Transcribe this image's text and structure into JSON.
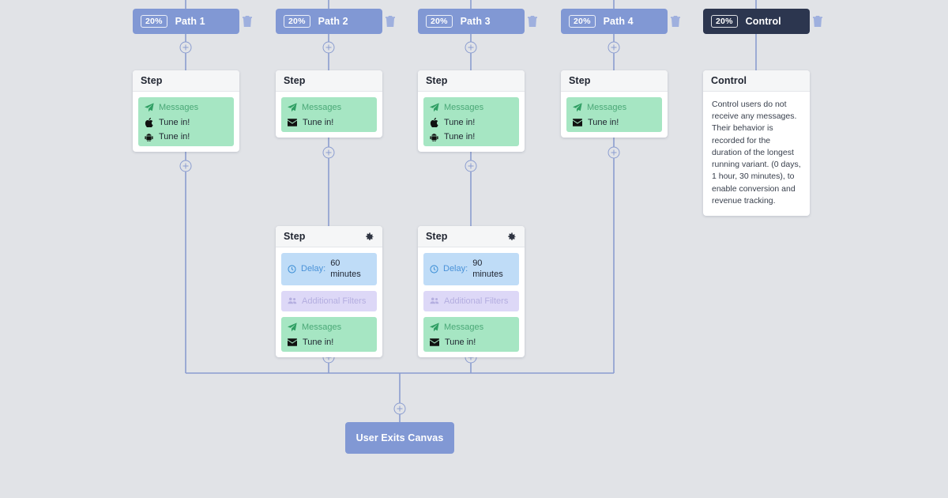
{
  "canvas": {
    "background_color": "#e1e3e7",
    "connector_color": "#8b9dd0",
    "path_color": "#8198d4",
    "control_color": "#2c364f",
    "delay_color": "#bfdcf7",
    "filters_color": "#ddd8f7",
    "messages_color": "#a6e6c3",
    "add_step_icon": "plus-circle-icon",
    "delete_icon": "trash-icon",
    "settings_icon": "gear-icon"
  },
  "variants": [
    {
      "id": "path1",
      "percent": "20%",
      "name": "Path 1",
      "type": "path"
    },
    {
      "id": "path2",
      "percent": "20%",
      "name": "Path 2",
      "type": "path"
    },
    {
      "id": "path3",
      "percent": "20%",
      "name": "Path 3",
      "type": "path"
    },
    {
      "id": "path4",
      "percent": "20%",
      "name": "Path 4",
      "type": "path"
    },
    {
      "id": "control",
      "percent": "20%",
      "name": "Control",
      "type": "control"
    }
  ],
  "steps": {
    "path1_step1": {
      "title": "Step",
      "messages": {
        "label": "Messages",
        "icon": "paper-plane-icon",
        "items": [
          {
            "channel_icon": "apple-icon",
            "text": "Tune in!"
          },
          {
            "channel_icon": "android-icon",
            "text": "Tune in!"
          }
        ]
      }
    },
    "path2_step1": {
      "title": "Step",
      "messages": {
        "label": "Messages",
        "icon": "paper-plane-icon",
        "items": [
          {
            "channel_icon": "email-icon",
            "text": "Tune in!"
          }
        ]
      }
    },
    "path3_step1": {
      "title": "Step",
      "messages": {
        "label": "Messages",
        "icon": "paper-plane-icon",
        "items": [
          {
            "channel_icon": "apple-icon",
            "text": "Tune in!"
          },
          {
            "channel_icon": "android-icon",
            "text": "Tune in!"
          }
        ]
      }
    },
    "path4_step1": {
      "title": "Step",
      "messages": {
        "label": "Messages",
        "icon": "paper-plane-icon",
        "items": [
          {
            "channel_icon": "email-icon",
            "text": "Tune in!"
          }
        ]
      }
    },
    "path2_step2": {
      "title": "Step",
      "settings_icon": "gear-icon",
      "delay": {
        "label": "Delay:",
        "value": "60 minutes",
        "icon": "clock-icon"
      },
      "filters": {
        "label": "Additional Filters",
        "icon": "users-icon"
      },
      "messages": {
        "label": "Messages",
        "icon": "paper-plane-icon",
        "items": [
          {
            "channel_icon": "email-icon",
            "text": "Tune in!"
          }
        ]
      }
    },
    "path3_step2": {
      "title": "Step",
      "settings_icon": "gear-icon",
      "delay": {
        "label": "Delay:",
        "value": "90 minutes",
        "icon": "clock-icon"
      },
      "filters": {
        "label": "Additional Filters",
        "icon": "users-icon"
      },
      "messages": {
        "label": "Messages",
        "icon": "paper-plane-icon",
        "items": [
          {
            "channel_icon": "email-icon",
            "text": "Tune in!"
          }
        ]
      }
    },
    "control_card": {
      "title": "Control",
      "description": "Control users do not receive any messages. Their behavior is recorded for the duration of the longest running variant. (0 days, 1 hour, 30 minutes), to enable conversion and revenue tracking."
    }
  },
  "exit_node": {
    "label": "User Exits Canvas"
  }
}
